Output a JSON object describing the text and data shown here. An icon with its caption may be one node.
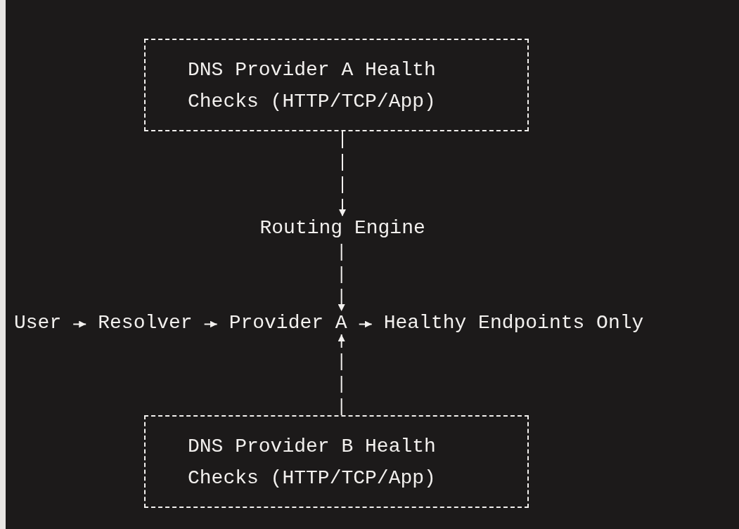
{
  "diagram": {
    "nodes": [
      {
        "text": [
          "DNS Provider A Health Checks (HTTP/TCP/App)"
        ]
      },
      {
        "text": [
          "Routing Engine"
        ]
      },
      {
        "text": [
          "User"
        ]
      },
      {
        "text": [
          "Resolver"
        ]
      },
      {
        "text": [
          "Provider A"
        ]
      },
      {
        "text": [
          "Healthy Endpoints Only"
        ]
      },
      {
        "text": [
          "DNS Provider B Health Checks (HTTP/TCP/App)"
        ]
      }
    ],
    "edges": [
      {
        "from": 0,
        "to": 1,
        "arrow": "to",
        "style": "dashed"
      },
      {
        "from": 1,
        "to": 4,
        "arrow": "to",
        "style": "dashed"
      },
      {
        "from": 2,
        "to": 3,
        "arrow": "to"
      },
      {
        "from": 3,
        "to": 4,
        "arrow": "to"
      },
      {
        "from": 4,
        "to": 5,
        "arrow": "to"
      },
      {
        "from": 6,
        "to": 4,
        "arrow": "to",
        "style": "dashed"
      }
    ]
  }
}
